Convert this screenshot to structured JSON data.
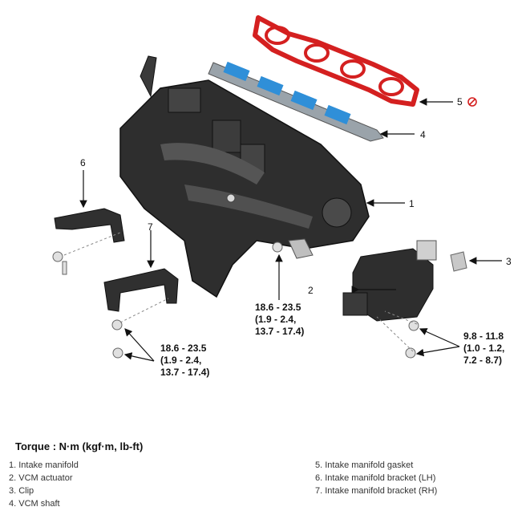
{
  "callouts": {
    "c1": "1",
    "c2": "2",
    "c3": "3",
    "c4": "4",
    "c5": "5",
    "c6": "6",
    "c7": "7"
  },
  "torque_specs": {
    "center": [
      "18.6 - 23.5",
      "(1.9 - 2.4,",
      "13.7 - 17.4)"
    ],
    "lower_left": [
      "18.6 - 23.5",
      "(1.9 - 2.4,",
      "13.7 - 17.4)"
    ],
    "right": [
      "9.8 - 11.8",
      "(1.0 - 1.2,",
      "7.2 - 8.7)"
    ]
  },
  "torque_title": "Torque : N·m (kgf·m, lb-ft)",
  "legend_left": [
    "1. Intake manifold",
    "2. VCM actuator",
    "3. Clip",
    "4. VCM shaft"
  ],
  "legend_right": [
    "5. Intake manifold gasket",
    "6. Intake manifold bracket (LH)",
    "7. Intake manifold bracket (RH)"
  ],
  "colors": {
    "gasket": "#d42020",
    "shaft": "#2f8fd8",
    "manifold": "#2e2e2e",
    "no_reuse_symbol": "#d42020"
  }
}
